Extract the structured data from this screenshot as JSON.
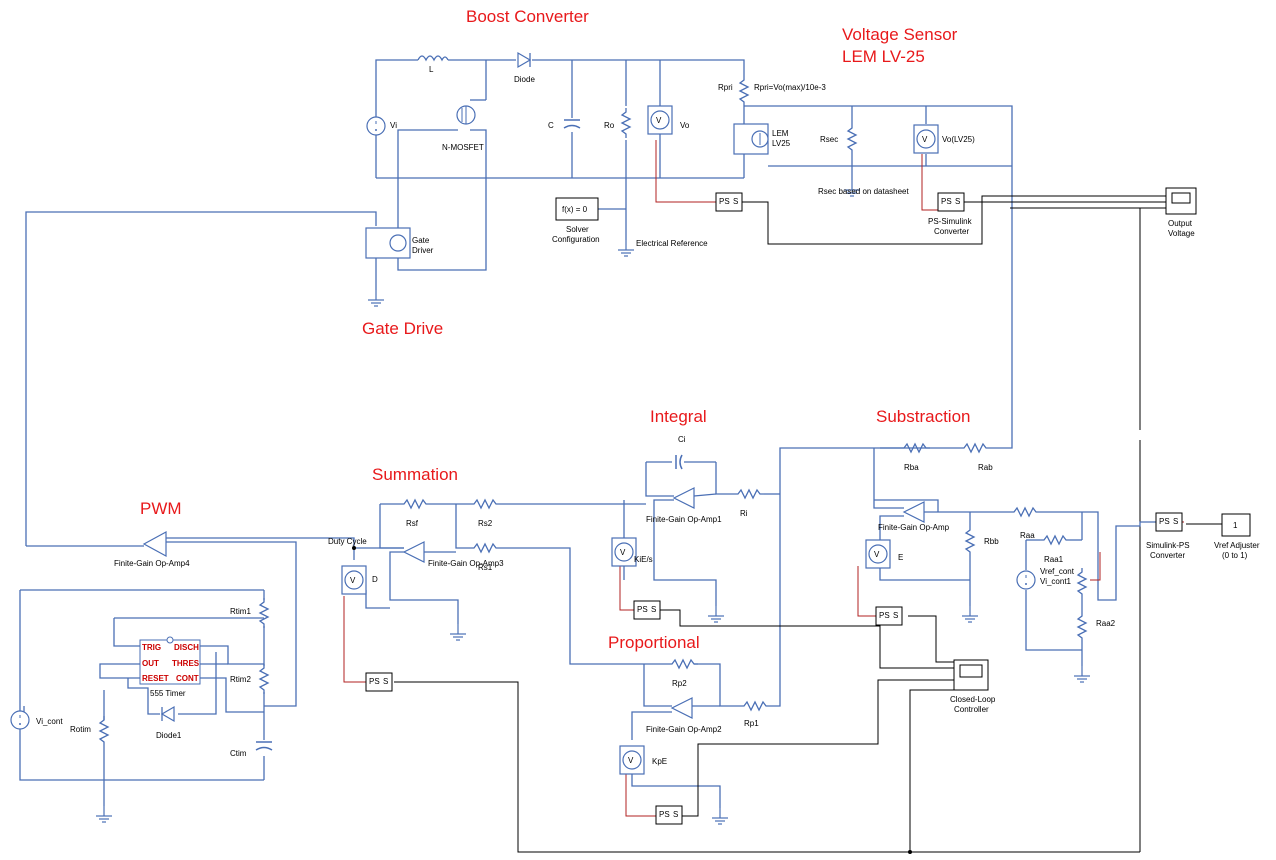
{
  "sections": {
    "boost_converter": "Boost Converter",
    "voltage_sensor_line1": "Voltage Sensor",
    "voltage_sensor_line2": "LEM LV-25",
    "gate_drive": "Gate Drive",
    "integral": "Integral",
    "substraction": "Substraction",
    "summation": "Summation",
    "pwm": "PWM",
    "proportional": "Proportional"
  },
  "labels": {
    "L": "L",
    "diode": "Diode",
    "vi": "Vi",
    "nmosfet": "N-MOSFET",
    "c": "C",
    "ro": "Ro",
    "vo": "Vo",
    "rpri": "Rpri",
    "rpri_eq": "Rpri=Vo(max)/10e-3",
    "lem1": "LEM",
    "lem2": "LV25",
    "rsec": "Rsec",
    "vo_lv25": "Vo(LV25)",
    "rsec_note": "Rsec based on datasheet",
    "ps_sim1": "PS-Simulink",
    "ps_sim2": "Converter",
    "fx": "f(x) = 0",
    "solver1": "Solver",
    "solver2": "Configuration",
    "elec_ref": "Electrical Reference",
    "gate1": "Gate",
    "gate2": "Driver",
    "out1": "Output",
    "out2": "Voltage",
    "ci": "Ci",
    "rba": "Rba",
    "rab": "Rab",
    "fgopamp": "Finite-Gain Op-Amp",
    "fgopamp1": "Finite-Gain Op-Amp1",
    "fgopamp2": "Finite-Gain Op-Amp2",
    "fgopamp3": "Finite-Gain Op-Amp3",
    "fgopamp4": "Finite-Gain Op-Amp4",
    "ri": "Ri",
    "rsf": "Rsf",
    "rs2": "Rs2",
    "rs1": "Rs1",
    "kies": "KiE/s",
    "e": "E",
    "rbb": "Rbb",
    "raa": "Raa",
    "raa1": "Raa1",
    "vref_cont": "Vref_cont",
    "vi_cont1": "Vi_cont1",
    "raa2": "Raa2",
    "sim_ps1": "Simulink-PS",
    "sim_ps2": "Converter",
    "const_val": "1",
    "vref_adj1": "Vref Adjuster",
    "vref_adj2": "(0 to 1)",
    "duty": "Duty Cycle",
    "d": "D",
    "rtim1": "Rtim1",
    "rtim2": "Rtim2",
    "rotim": "Rotim",
    "ctim": "Ctim",
    "vi_cont": "Vi_cont",
    "diode1": "Diode1",
    "timer": "555 Timer",
    "trig": "TRIG",
    "disch": "DISCH",
    "out": "OUT",
    "thres": "THRES",
    "reset": "RESET",
    "cont": "CONT",
    "rp2": "Rp2",
    "rp1": "Rp1",
    "kpe": "KpE",
    "clc1": "Closed-Loop",
    "clc2": "Controller",
    "ps": "PS",
    "s": "S",
    "v": "V"
  },
  "colors": {
    "wire": "#4a6fb5",
    "signal": "#000000",
    "physical": "#b22222",
    "section_title": "#e8191b"
  }
}
